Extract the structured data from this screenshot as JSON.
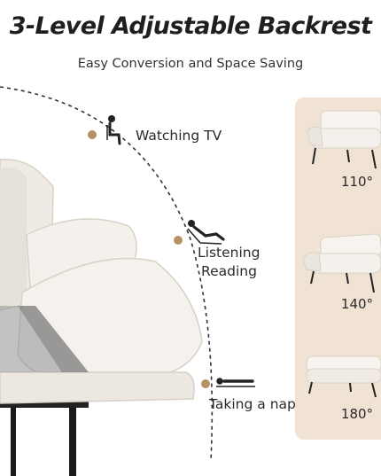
{
  "header": {
    "title": "3-Level Adjustable Backrest",
    "subtitle": "Easy Conversion and Space Saving"
  },
  "positions": [
    {
      "icon": "sitting-person-icon",
      "label": "Watching TV"
    },
    {
      "icon": "reclining-person-icon",
      "label_line1": "Listening",
      "label_line2": "Reading"
    },
    {
      "icon": "lying-person-icon",
      "label": "Taking a nap"
    }
  ],
  "angles": [
    "110°",
    "140°",
    "180°"
  ],
  "colors": {
    "title": "#1f1f1f",
    "accent_dot": "#b89068",
    "panel": "#f1e3d3",
    "sofa": "#f2efe9",
    "sofa_shadow": "#d9d3c9"
  }
}
